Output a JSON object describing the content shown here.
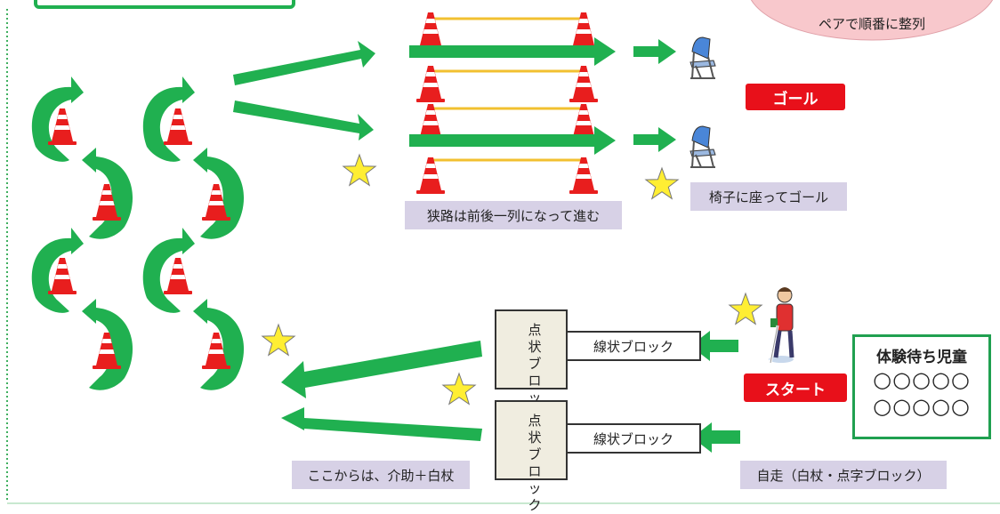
{
  "labels": {
    "goal": "ゴール",
    "start": "スタート",
    "narrow_path": "狭路は前後一列になって進む",
    "sit_goal": "椅子に座ってゴール",
    "guide_cane": "ここからは、介助＋白杖",
    "self_walk": "自走（白杖・点字ブロック）",
    "pink_note": "ペアで順番に整列",
    "dot_block": "点状ブロック",
    "linear_block": "線状ブロック"
  },
  "waiting": {
    "title": "体験待ち児童",
    "row1": "○○○○○",
    "row2": "○○○○○"
  },
  "colors": {
    "arrow": "#20b050",
    "cone": "#e81e1e",
    "bar": "#f2c030",
    "star": "#ffee33",
    "label_bg": "#d7d1e6",
    "badge": "#e8101a",
    "pink": "#f8c8cc",
    "chair": "#4a86d8"
  }
}
